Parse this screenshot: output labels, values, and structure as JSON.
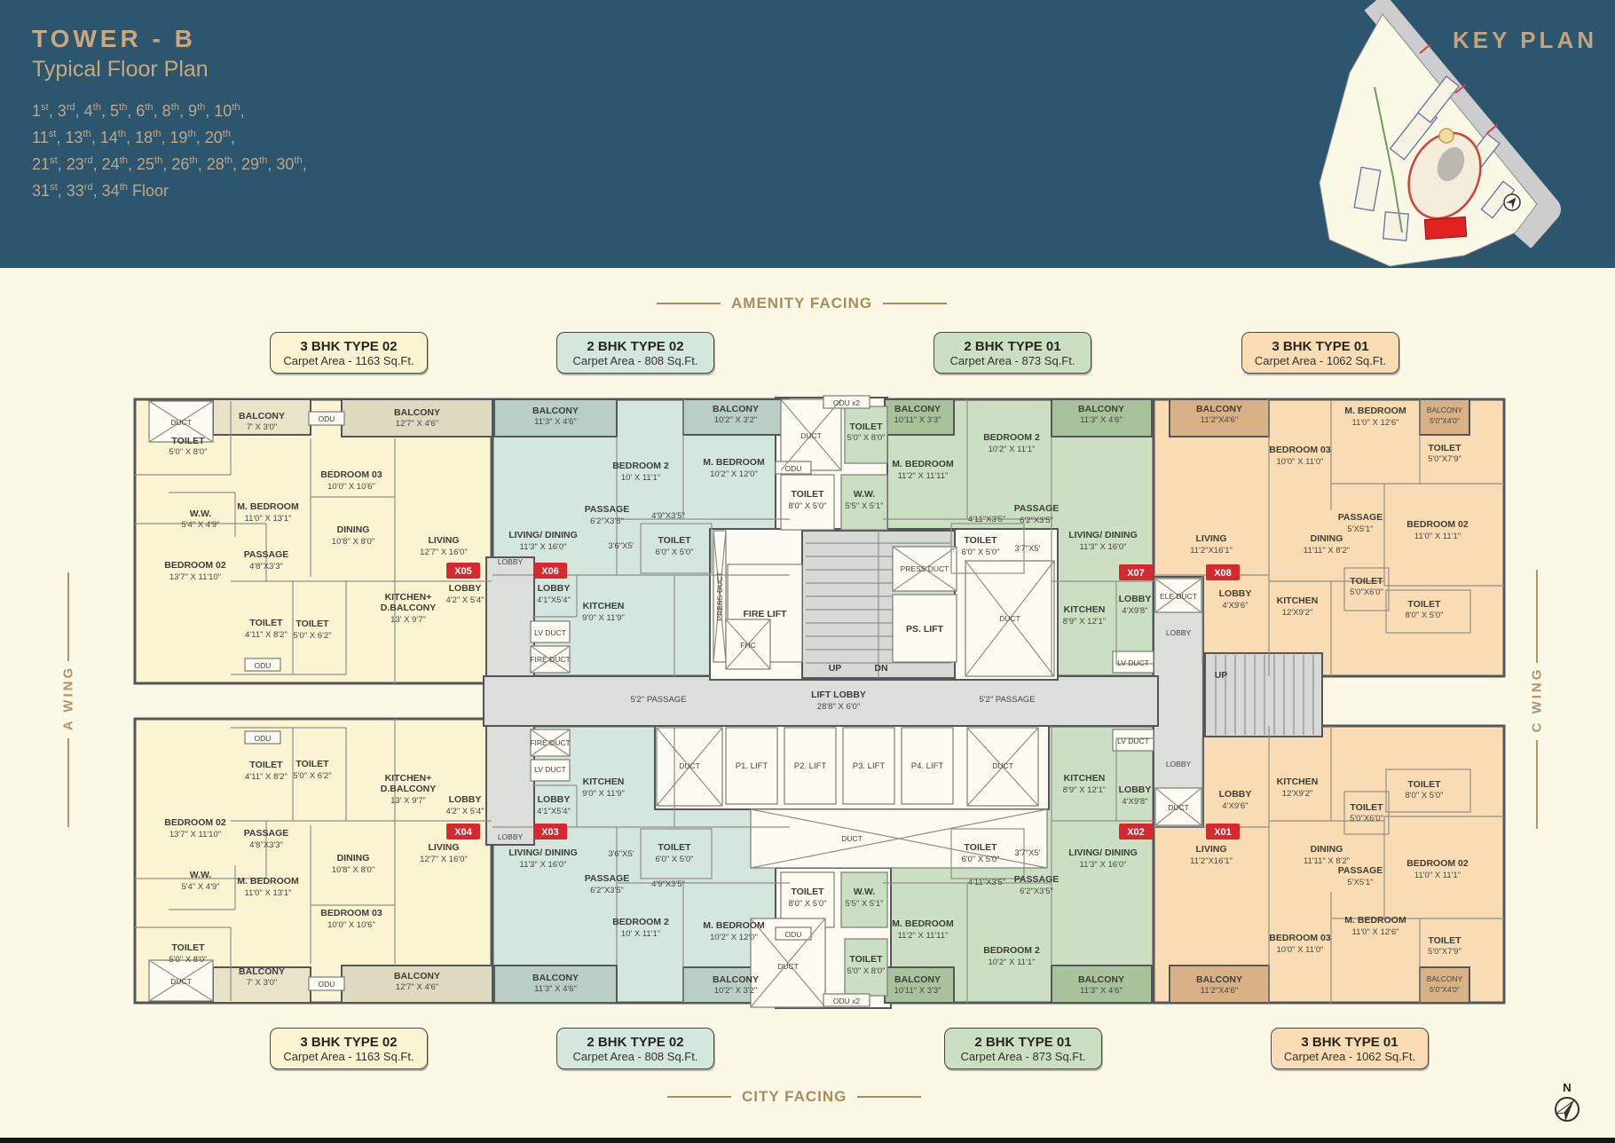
{
  "header": {
    "tower": "TOWER - B",
    "subtitle": "Typical Floor Plan",
    "floors": [
      "1st, 3rd, 4th, 5th, 6th, 8th, 9th, 10th,",
      "11st, 13th, 14th, 18th, 19th, 20th,",
      "21st, 23rd, 24th, 25th, 26th, 28th, 29th, 30th,",
      "31st, 33rd, 34th Floor"
    ],
    "key_plan_title": "KEY PLAN"
  },
  "facing": {
    "top": "AMENITY FACING",
    "bottom": "CITY FACING"
  },
  "wings": {
    "left": "A WING",
    "right": "C WING"
  },
  "compass": {
    "label": "N"
  },
  "unit_types": [
    {
      "name": "3 BHK TYPE 02",
      "carpet": "Carpet Area - 1163 Sq.Ft.",
      "color": "#FBF4D3"
    },
    {
      "name": "2 BHK TYPE 02",
      "carpet": "Carpet Area - 808 Sq.Ft.",
      "color": "#D3E7DC"
    },
    {
      "name": "2 BHK TYPE 01",
      "carpet": "Carpet Area - 873 Sq.Ft.",
      "color": "#CBE0C2"
    },
    {
      "name": "3 BHK TYPE 01",
      "carpet": "Carpet Area - 1062 Sq.Ft.",
      "color": "#F9DCB3"
    }
  ],
  "badges": {
    "x01": "X01",
    "x02": "X02",
    "x03": "X03",
    "x04": "X04",
    "x05": "X05",
    "x06": "X06",
    "x07": "X07",
    "x08": "X08"
  },
  "rooms": {
    "t302": {
      "balc1": {
        "n": "BALCONY",
        "d": "7' X 3'0\""
      },
      "balc2": {
        "n": "BALCONY",
        "d": "12'7\" X 4'6\""
      },
      "toil1": {
        "n": "TOILET",
        "d": "5'0\" X 8'0\""
      },
      "mbed": {
        "n": "M. BEDROOM",
        "d": "11'0\" X 13'1\""
      },
      "bed3": {
        "n": "BEDROOM 03",
        "d": "10'0\" X 10'6\""
      },
      "ww": {
        "n": "W.W.",
        "d": "5'4\" X 4'9\""
      },
      "bed2": {
        "n": "BEDROOM 02",
        "d": "13'7\" X 11'10\""
      },
      "pass": {
        "n": "PASSAGE",
        "d": "4'8\"X3'3\""
      },
      "dining": {
        "n": "DINING",
        "d": "10'8\" X 8'0\""
      },
      "living": {
        "n": "LIVING",
        "d": "12'7\" X 16'0\""
      },
      "toil2": {
        "n": "TOILET",
        "d": "4'11\" X 8'2\""
      },
      "toil3": {
        "n": "TOILET",
        "d": "5'0\" X 6'2\""
      },
      "kitchen": {
        "n": "KITCHEN+",
        "n2": "D.BALCONY",
        "d": "13' X 9'7\""
      },
      "lobby": {
        "n": "LOBBY",
        "d": "4'2\" X 5'4\""
      }
    },
    "t202": {
      "balc1": {
        "n": "BALCONY",
        "d": "11'3\" X 4'6\""
      },
      "balc2": {
        "n": "BALCONY",
        "d": "10'2\" X 3'2\""
      },
      "bed2": {
        "n": "BEDROOM 2",
        "d": "10' X 11'1\""
      },
      "mbed": {
        "n": "M. BEDROOM",
        "d": "10'2\" X 12'0\""
      },
      "pass1": {
        "n": "PASSAGE",
        "d": "6'2\"X3'5\""
      },
      "pass2": "4'9\"X3'5\"",
      "livdin": {
        "n": "LIVING/ DINING",
        "d": "11'3\" X 16'0\""
      },
      "p36": "3'6\"X5'",
      "toil1": {
        "n": "TOILET",
        "d": "6'0\" X 5'0\""
      },
      "toil2": {
        "n": "TOILET",
        "d": "8'0\" X 5'0\""
      },
      "kitchen": {
        "n": "KITCHEN",
        "d": "9'0\" X 11'9\""
      },
      "lobby": {
        "n": "LOBBY",
        "d": "4'1\"X5'4\""
      }
    },
    "t201": {
      "balc1": {
        "n": "BALCONY",
        "d": "10'11\" X 3'3\""
      },
      "balc2": {
        "n": "BALCONY",
        "d": "11'3\" X 4'6\""
      },
      "mbed": {
        "n": "M. BEDROOM",
        "d": "11'2\" X 11'11\""
      },
      "bed2": {
        "n": "BEDROOM 2",
        "d": "10'2\" X 11'1\""
      },
      "ww": {
        "n": "W.W.",
        "d": "5'5\" X 5'1\""
      },
      "toil1": {
        "n": "TOILET",
        "d": "5'0\" X 8'0\""
      },
      "pass1": {
        "n": "PASSAGE",
        "d": "6'2\"X3'5\""
      },
      "pass2": "4'11\"X3'5\"",
      "toil2": {
        "n": "TOILET",
        "d": "6'0\" X 5'0\""
      },
      "p37": "3'7\"X5'",
      "livdin": {
        "n": "LIVING/ DINING",
        "d": "11'3\" X 16'0\""
      },
      "kitchen": {
        "n": "KITCHEN",
        "d": "8'9\" X 12'1\""
      },
      "lobby": {
        "n": "LOBBY",
        "d": "4'X9'8\""
      }
    },
    "t301": {
      "balc1": {
        "n": "BALCONY",
        "d": "11'2\"X4'6\""
      },
      "balc2": {
        "n": "BALCONY",
        "d": "5'0\"X4'0\""
      },
      "living": {
        "n": "LIVING",
        "d": "11'2\"X16'1\""
      },
      "mbed": {
        "n": "M. BEDROOM",
        "d": "11'0\" X 12'6\""
      },
      "bed3": {
        "n": "BEDROOM 03",
        "d": "10'0\" X 11'0\""
      },
      "toil1": {
        "n": "TOILET",
        "d": "5'0\"X7'9\""
      },
      "pass": {
        "n": "PASSAGE",
        "d": "5'X5'1\""
      },
      "bed2": {
        "n": "BEDROOM 02",
        "d": "11'0\" X 11'1\""
      },
      "dining": {
        "n": "DINING",
        "d": "11'11\" X 8'2\""
      },
      "toil2": {
        "n": "TOILET",
        "d": "5'0\"X6'0\""
      },
      "toil3": {
        "n": "TOILET",
        "d": "8'0\" X 5'0\""
      },
      "kitchen": {
        "n": "KITCHEN",
        "d": "12'X9'2\""
      },
      "lobby": {
        "n": "LOBBY",
        "d": "4'X9'6\""
      }
    }
  },
  "core": {
    "liftlobby": {
      "n": "LIFT LOBBY",
      "d": "28'8\" X 6'0\""
    },
    "passage": "5'2\" PASSAGE",
    "p1": "P1. LIFT",
    "p2": "P2. LIFT",
    "p3": "P3. LIFT",
    "p4": "P4. LIFT",
    "firelift": "FIRE LIFT",
    "pslift": "PS. LIFT",
    "press": "PRESS DUCT",
    "pressv": "PRESS-DUCT",
    "fhc": "FHC",
    "up": "UP",
    "dn": "DN",
    "duct": "DUCT",
    "lobby": "LOBBY",
    "eleduct": "ELE DUCT",
    "lvduct": "LV DUCT",
    "fireduct": "FIRE DUCT",
    "odu": "ODU",
    "odu2": "ODU x2"
  },
  "colors": {
    "header_navy": "#2B566E",
    "accent_gold": "#C3A377",
    "badge_red": "#D7282F",
    "cream_unit": "#FBF4D3",
    "teal_unit": "#D3E7DC",
    "green_unit": "#CBE0C2",
    "orange_unit": "#F9DCB3",
    "corridor_gray": "#DCDEDA"
  }
}
